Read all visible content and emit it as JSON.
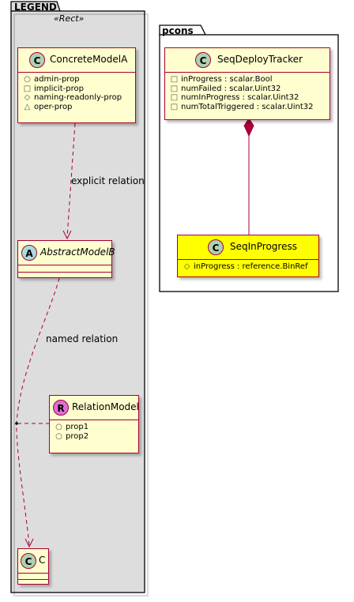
{
  "legend_package": {
    "title": "LEGEND",
    "stereotype": "«Rect»"
  },
  "pcons_package": {
    "title": "pcons"
  },
  "classes": {
    "concrete_model_a": {
      "glyph": "C",
      "name": "ConcreteModelA",
      "attributes": [
        {
          "vis": "○",
          "text": "admin-prop"
        },
        {
          "vis": "□",
          "text": "implicit-prop"
        },
        {
          "vis": "◇",
          "text": "naming-readonly-prop"
        },
        {
          "vis": "△",
          "text": "oper-prop"
        }
      ]
    },
    "abstract_model_b": {
      "glyph": "A",
      "name": "AbstractModelB"
    },
    "relation_model": {
      "glyph": "R",
      "name": "RelationModel",
      "attributes": [
        {
          "vis": "○",
          "text": "prop1"
        },
        {
          "vis": "○",
          "text": "prop2"
        }
      ]
    },
    "c": {
      "glyph": "C",
      "name": "C"
    },
    "seq_deploy_tracker": {
      "glyph": "C",
      "name": "SeqDeployTracker",
      "attributes": [
        {
          "vis": "□",
          "text": "inProgress : scalar.Bool"
        },
        {
          "vis": "□",
          "text": "numFailed : scalar.Uint32"
        },
        {
          "vis": "□",
          "text": "numInProgress : scalar.Uint32"
        },
        {
          "vis": "□",
          "text": "numTotalTriggered : scalar.Uint32"
        }
      ]
    },
    "seq_in_progress": {
      "glyph": "C",
      "name": "SeqInProgress",
      "attributes": [
        {
          "vis": "◇",
          "text": "inProgress : reference.BinRef"
        }
      ]
    }
  },
  "relations": {
    "explicit": "explicit relation",
    "named": "named relation"
  },
  "colors": {
    "border": "#a80036",
    "class_fill": "#fefece",
    "highlight_fill": "#ffff00",
    "package_fill": "#dddddd",
    "circle_c": "#add1b2",
    "circle_a": "#a9dcdf",
    "circle_r": "#da70d6"
  }
}
